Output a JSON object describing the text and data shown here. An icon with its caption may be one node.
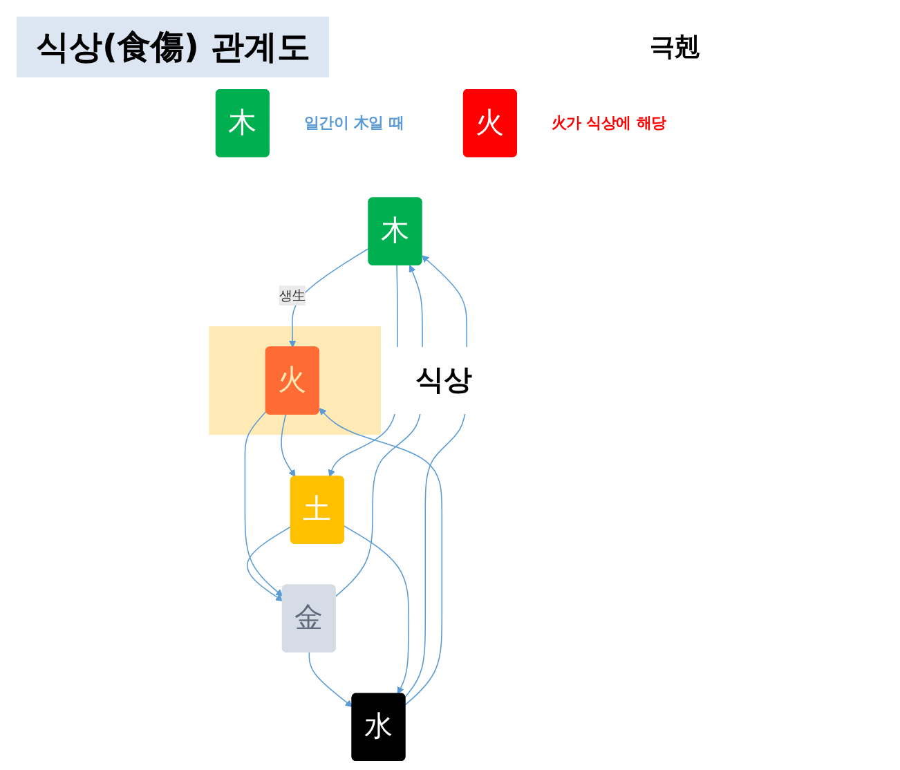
{
  "diagram": {
    "title": "식상(食傷) 관계도",
    "nodes": [
      {
        "text": [
          "木"
        ],
        "beside": [
          "일간이 木일 때"
        ]
      },
      {
        "text": [
          "火"
        ],
        "beside": [
          "火가 식상에 해당"
        ]
      },
      {
        "text": [
          "木"
        ]
      },
      {
        "text": [
          "水"
        ]
      },
      {
        "text": [],
        "shape": "box"
      },
      {
        "text": [
          "火"
        ],
        "in": 4,
        "beside": [
          "식상"
        ]
      },
      {
        "text": [
          "金"
        ]
      },
      {
        "text": [
          "土"
        ]
      }
    ],
    "edges": [
      {
        "from": 2,
        "to": 5,
        "arrow": "to",
        "label": "생生"
      },
      {
        "from": 5,
        "to": 7,
        "arrow": "to"
      },
      {
        "from": 7,
        "to": 6,
        "arrow": "to"
      },
      {
        "from": 6,
        "to": 3,
        "arrow": "to"
      },
      {
        "from": 3,
        "to": 2,
        "arrow": "to"
      },
      {
        "from": 2,
        "to": 7,
        "arrow": "to"
      },
      {
        "from": 7,
        "to": 3,
        "arrow": "to"
      },
      {
        "from": 3,
        "to": 5,
        "arrow": "to"
      },
      {
        "from": 5,
        "to": 6,
        "arrow": "to"
      },
      {
        "from": 6,
        "to": 2,
        "arrow": "to"
      }
    ],
    "labels": [
      "극剋"
    ]
  }
}
